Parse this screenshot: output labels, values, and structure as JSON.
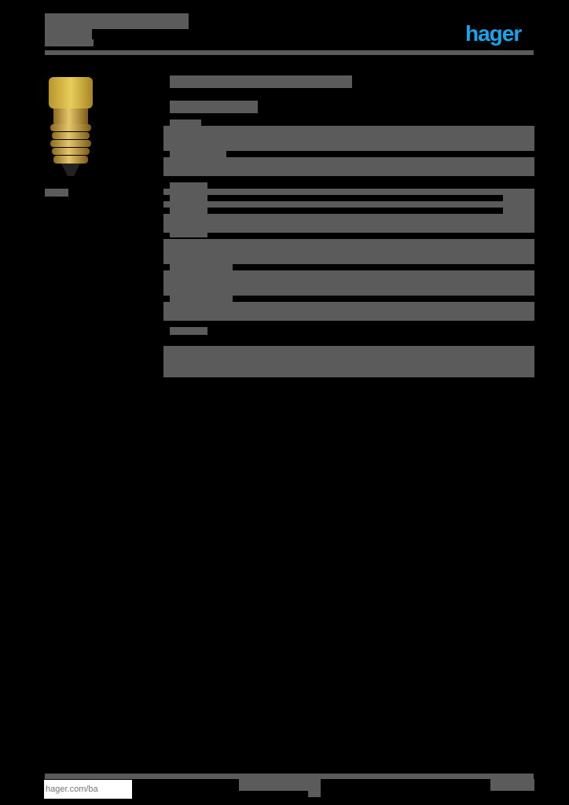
{
  "header": {
    "title_redacted": true,
    "logo_text": "hager",
    "logo_color": "#1aa3e8"
  },
  "product": {
    "image_alt": "E14 LED lamp with brass screw base",
    "caption_redacted": true
  },
  "content": {
    "all_text_redacted": true,
    "redaction_color": "#5a5b5a"
  },
  "footer": {
    "link": "hager.com/ba"
  }
}
